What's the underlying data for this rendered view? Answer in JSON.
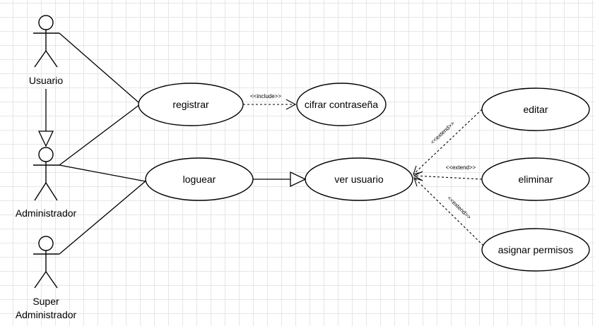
{
  "actors": {
    "usuario": "Usuario",
    "administrador": "Administrador",
    "super_line1": "Super",
    "super_line2": "Administrador"
  },
  "use_cases": {
    "registrar": "registrar",
    "cifrar": "cifrar contraseña",
    "loguear": "loguear",
    "ver_usuario": "ver usuario",
    "editar": "editar",
    "eliminar": "eliminar",
    "asignar": "asignar permisos"
  },
  "stereotypes": {
    "include": "<<include>>",
    "extend_editar": "<<extend>>",
    "extend_eliminar": "<<extend>>",
    "extend_asignar": "<<extend>>"
  }
}
